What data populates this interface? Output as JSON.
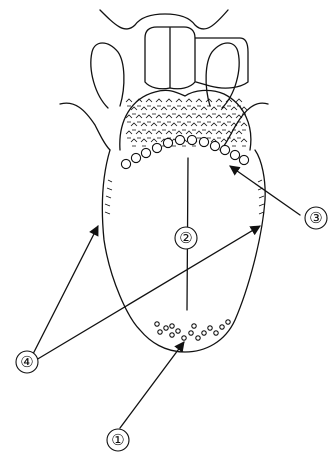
{
  "labels": [
    {
      "id": "1",
      "text": "①"
    },
    {
      "id": "2",
      "text": "②"
    },
    {
      "id": "3",
      "text": "③"
    },
    {
      "id": "4",
      "text": "④"
    }
  ],
  "colors": {
    "ink": "#111111",
    "background": "#ffffff"
  }
}
